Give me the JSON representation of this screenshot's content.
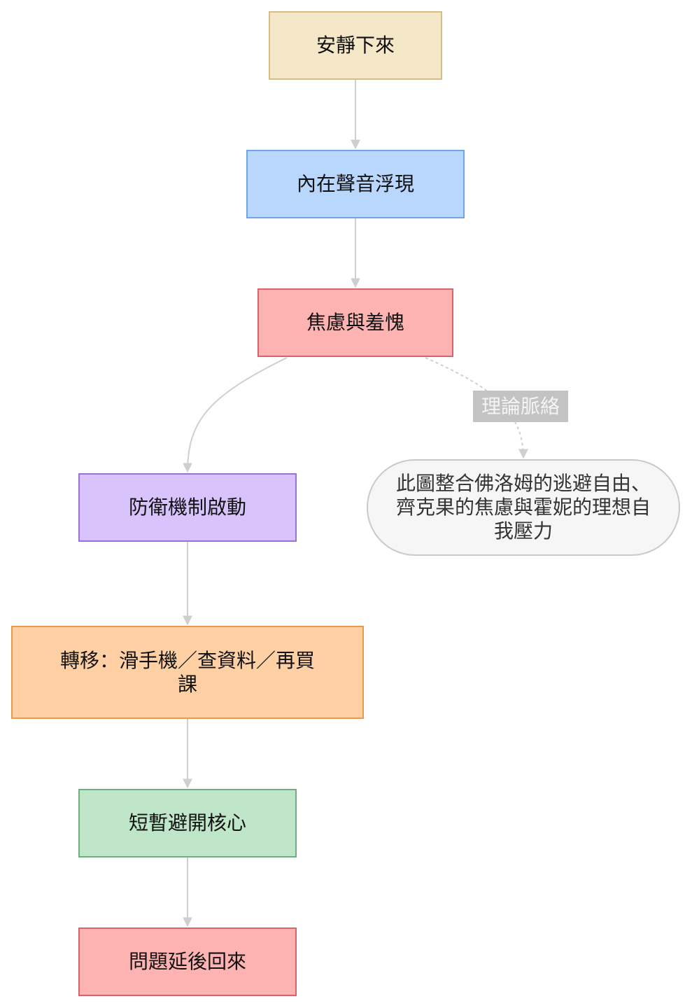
{
  "nodes": {
    "quiet": "安靜下來",
    "voice": "內在聲音浮現",
    "anxiety": "焦慮與羞愧",
    "defense": "防衛機制啟動",
    "shift": "轉移：滑手機／查資料／再買課",
    "avoid": "短暫避開核心",
    "return": "問題延後回來",
    "note": "此圖整合佛洛姆的逃避自由、齊克果的焦慮與霍妮的理想自我壓力"
  },
  "edges": {
    "theory_label": "理論脈絡"
  },
  "colors": {
    "edge": "#cfcfcf",
    "quiet": "#f4e8c8",
    "voice": "#b9d6fd",
    "anxiety": "#feb3b3",
    "defense": "#d9c3fc",
    "shift": "#fed0a4",
    "avoid": "#bfe6c8",
    "return": "#feb3b3",
    "note": "#f6f6f6"
  }
}
